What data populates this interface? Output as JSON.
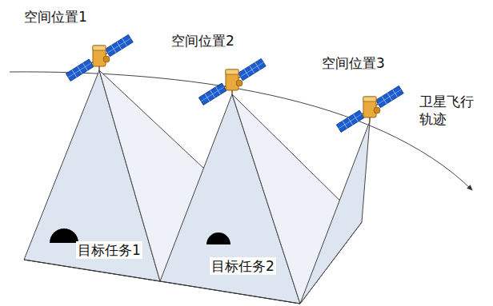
{
  "diagram": {
    "labels": [
      "空间位置1",
      "空间位置2",
      "空间位置3",
      "卫星飞行轨迹",
      "目标任务1",
      "目标任务2"
    ]
  }
}
